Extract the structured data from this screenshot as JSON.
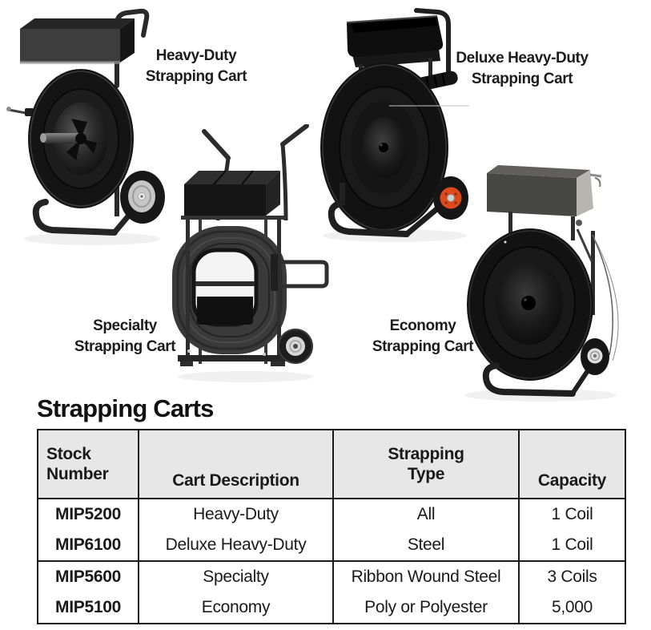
{
  "section": {
    "title": "Strapping Carts"
  },
  "products": [
    {
      "name": "heavy-duty",
      "label_lines": [
        "Heavy-Duty",
        "Strapping Cart"
      ]
    },
    {
      "name": "deluxe-heavy-duty",
      "label_lines": [
        "Deluxe Heavy-Duty",
        "Strapping Cart"
      ]
    },
    {
      "name": "specialty",
      "label_lines": [
        "Specialty",
        "Strapping Cart"
      ]
    },
    {
      "name": "economy",
      "label_lines": [
        "Economy",
        "Strapping Cart"
      ]
    }
  ],
  "table": {
    "headers": [
      "Stock Number",
      "Cart Description",
      "Strapping Type",
      "Capacity"
    ],
    "rows": [
      {
        "stock": "MIP5200",
        "description": "Heavy-Duty",
        "type": "All",
        "capacity": "1 Coil"
      },
      {
        "stock": "MIP6100",
        "description": "Deluxe Heavy-Duty",
        "type": "Steel",
        "capacity": "1 Coil"
      },
      {
        "stock": "MIP5600",
        "description": "Specialty",
        "type": "Ribbon Wound Steel",
        "capacity": "3 Coils"
      },
      {
        "stock": "MIP5100",
        "description": "Economy",
        "type": "Poly or Polyester",
        "capacity": "5,000"
      }
    ]
  },
  "colors": {
    "text": "#1a1a1a",
    "table_border": "#1a1a1a",
    "table_header_bg": "#e7e7e7",
    "cart_body": "#141414",
    "deluxe_wheel_hub": "#dd4a1e"
  }
}
